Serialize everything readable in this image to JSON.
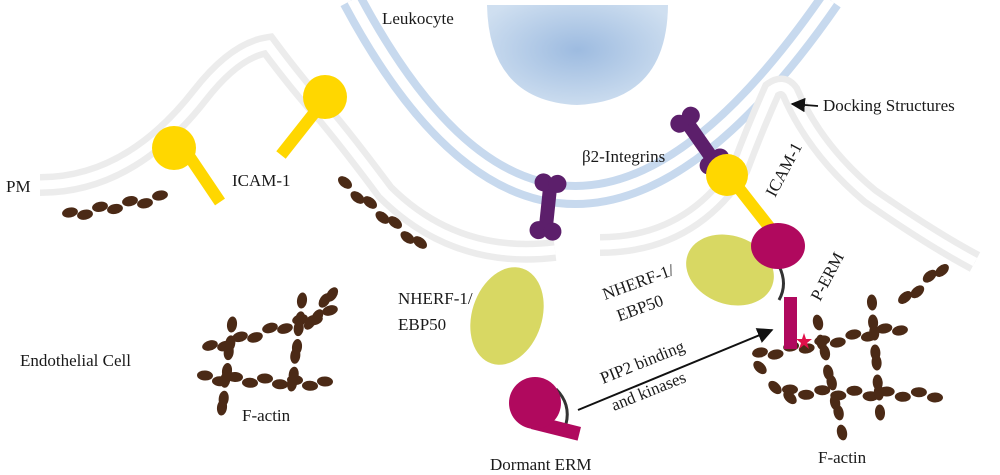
{
  "labels": {
    "leukocyte": "Leukocyte",
    "docking_structures": "Docking Structures",
    "pm": "PM",
    "icam1_left": "ICAM-1",
    "integrins": "β2-Integrins",
    "icam1_right": "ICAM-1",
    "perm": "P-ERM",
    "nherf_left_1": "NHERF-1/",
    "nherf_left_2": "EBP50",
    "nherf_right_1": "NHERF-1/",
    "nherf_right_2": "EBP50",
    "endothelial_cell": "Endothelial Cell",
    "factin_left": "F-actin",
    "factin_right": "F-actin",
    "dormant_erm": "Dormant ERM",
    "arrow_label_1": "PIP2 binding",
    "arrow_label_2": "and kinases"
  },
  "colors": {
    "membrane_endothelial": "#e6e6e6",
    "membrane_leukocyte": "#b5cde6",
    "nucleus": "#a9c4e2",
    "icam": "#ffd700",
    "integrin": "#5c1f6b",
    "nherf": "#d8d863",
    "erm": "#b0095e",
    "actin": "#4b2a16",
    "star": "#e0104a"
  }
}
